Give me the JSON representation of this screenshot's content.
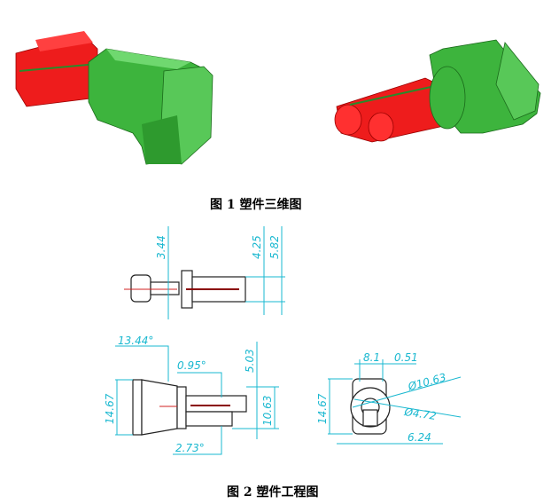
{
  "figure1": {
    "caption": "图 1 塑件三维图",
    "colors": {
      "body": "#3db43d",
      "pins": "#ee1c1c"
    }
  },
  "figure2": {
    "caption": "图 2 塑件工程图",
    "top_view": {
      "dims": [
        "3.44",
        "4.25",
        "5.82"
      ]
    },
    "front_view": {
      "dims": [
        "13.44°",
        "0.95°",
        "5.03",
        "14.67",
        "10.63",
        "2.73°"
      ]
    },
    "side_view": {
      "dims": [
        "8.1",
        "0.51",
        "Ø10.63",
        "14.67",
        "Ø4.72",
        "6.24"
      ]
    },
    "colors": {
      "dimension": "#1ab8d0",
      "centerline": "#d02020"
    }
  }
}
